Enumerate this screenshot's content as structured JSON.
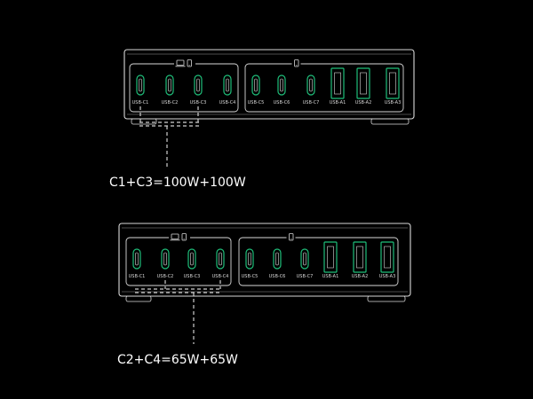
{
  "colors": {
    "background": "#000000",
    "outline": "#d9d9d9",
    "port_accent": "#1fbf7a",
    "dash": "#cfcfcf"
  },
  "icons": {
    "group_a": [
      "laptop-icon",
      "phone-icon"
    ],
    "group_b": [
      "phone-icon"
    ]
  },
  "chargers": [
    {
      "caption": "C1+C3=100W+100W",
      "highlighted_ports": [
        "USB-C1",
        "USB-C3"
      ],
      "ports": [
        {
          "label": "USB-C1",
          "kind": "c"
        },
        {
          "label": "USB-C2",
          "kind": "c"
        },
        {
          "label": "USB-C3",
          "kind": "c"
        },
        {
          "label": "USB-C4",
          "kind": "c"
        },
        {
          "label": "USB-C5",
          "kind": "c"
        },
        {
          "label": "USB-C6",
          "kind": "c"
        },
        {
          "label": "USB-C7",
          "kind": "c"
        },
        {
          "label": "USB-A1",
          "kind": "a"
        },
        {
          "label": "USB-A2",
          "kind": "a"
        },
        {
          "label": "USB-A3",
          "kind": "a"
        }
      ]
    },
    {
      "caption": "C2+C4=65W+65W",
      "highlighted_ports": [
        "USB-C2",
        "USB-C4"
      ],
      "ports": [
        {
          "label": "USB-C1",
          "kind": "c"
        },
        {
          "label": "USB-C2",
          "kind": "c"
        },
        {
          "label": "USB-C3",
          "kind": "c"
        },
        {
          "label": "USB-C4",
          "kind": "c"
        },
        {
          "label": "USB-C5",
          "kind": "c"
        },
        {
          "label": "USB-C6",
          "kind": "c"
        },
        {
          "label": "USB-C7",
          "kind": "c"
        },
        {
          "label": "USB-A1",
          "kind": "a"
        },
        {
          "label": "USB-A2",
          "kind": "a"
        },
        {
          "label": "USB-A3",
          "kind": "a"
        }
      ]
    }
  ]
}
